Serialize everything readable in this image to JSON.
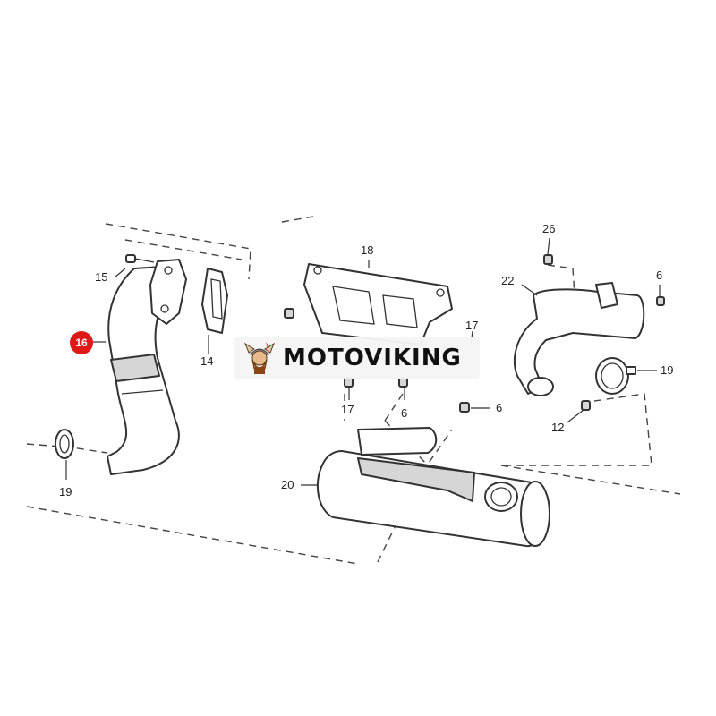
{
  "diagram": {
    "highlight_color": "#e01818",
    "line_color": "#333333",
    "callouts": [
      {
        "id": "c16",
        "label": "16",
        "highlighted": true
      },
      {
        "id": "c15",
        "label": "15"
      },
      {
        "id": "c14",
        "label": "14"
      },
      {
        "id": "c18",
        "label": "18"
      },
      {
        "id": "c17a",
        "label": "17"
      },
      {
        "id": "c17b",
        "label": "17"
      },
      {
        "id": "c6a",
        "label": "6"
      },
      {
        "id": "c6b",
        "label": "6"
      },
      {
        "id": "c6c",
        "label": "6"
      },
      {
        "id": "c26",
        "label": "26"
      },
      {
        "id": "c22",
        "label": "22"
      },
      {
        "id": "c19a",
        "label": "19"
      },
      {
        "id": "c19b",
        "label": "19"
      },
      {
        "id": "c12",
        "label": "12"
      },
      {
        "id": "c20",
        "label": "20"
      }
    ]
  },
  "watermark": {
    "text": "MOTOVIKING",
    "logo_icon": "viking-mascot-icon"
  }
}
